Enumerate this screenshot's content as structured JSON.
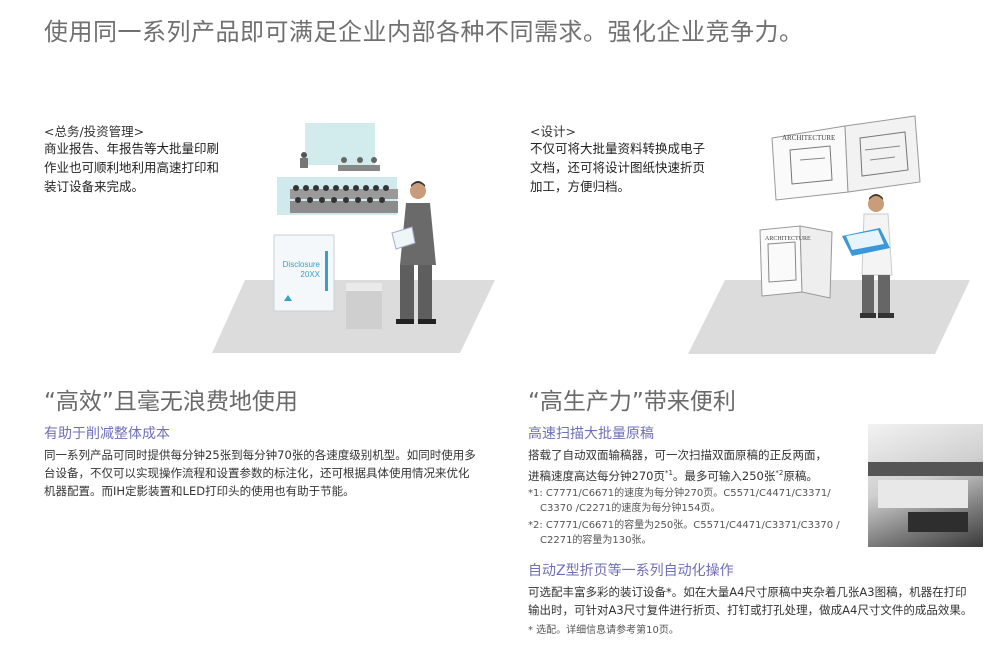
{
  "headline": "使用同一系列产品即可满足企业内部各种不同需求。强化企业竞争力。",
  "left_scene": {
    "category": "<总务/投资管理>",
    "desc_lines": [
      "商业报告、年报告等大批量印刷",
      "作业也可顺利地利用高速打印和",
      "装订设备来完成。"
    ],
    "booklet_title": "Disclosure",
    "booklet_year": "20XX"
  },
  "right_scene": {
    "category": "<设计>",
    "desc_lines": [
      "不仅可将大批量资料转换成电子",
      "文档，还可将设计图纸快速折页",
      "加工，方便归档。"
    ],
    "drawing_label": "ARCHITECTURE"
  },
  "left_section": {
    "title": "“高效”且毫无浪费地使用",
    "subtitle": "有助于削减整体成本",
    "body_lines": [
      "同一系列产品可同时提供每分钟25张到每分钟70张的各速度级别机型。如同时使用多",
      "台设备，不仅可以实现操作流程和设置参数的标注化，还可根据具体使用情况来优化",
      "机器配置。而IH定影装置和LED打印头的使用也有助于节能。"
    ]
  },
  "right_section": {
    "title": "“高生产力”带来便利",
    "subtitle1": "高速扫描大批量原稿",
    "body1_line1": "搭载了自动双面输稿器，可一次扫描双面原稿的正反两面，",
    "body1_line2a": "进稿速度高达每分钟270页",
    "body1_sup1": "*1",
    "body1_line2b": "。最多可输入250张",
    "body1_sup2": "*2",
    "body1_line2c": "原稿。",
    "note1_line1": "*1: C7771/C6671的速度为每分钟270页。C5571/C4471/C3371/",
    "note1_line2": "C3370 /C2271的速度为每分钟154页。",
    "note2_line1": "*2: C7771/C6671的容量为250张。C5571/C4471/C3371/C3370 /",
    "note2_line2": "C2271的容量为130张。",
    "subtitle2": "自动Z型折页等一系列自动化操作",
    "body2_line1": "可选配丰富多彩的装订设备*。如在大量A4尺寸原稿中夹杂着几张A3图稿，机器在打印",
    "body2_line2": "输出时，可针对A3尺寸复件进行折页、打钉或打孔处理，做成A4尺寸文件的成品效果。",
    "footnote": "* 选配。详细信息请参考第10页。"
  }
}
